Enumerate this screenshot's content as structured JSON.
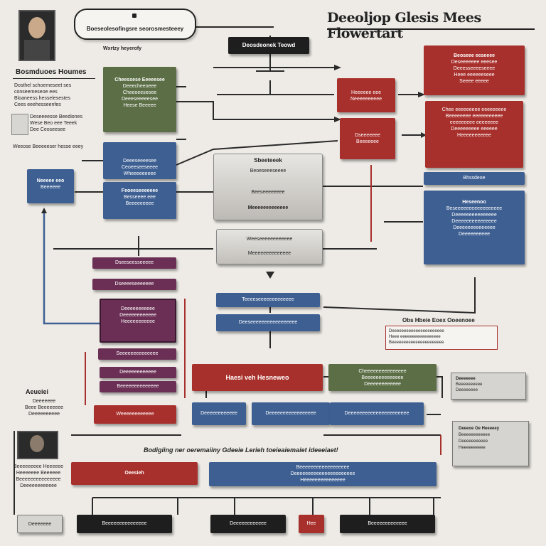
{
  "title": "Deeoljop Glesis Mees Flowertart",
  "top_pill": "Boeseolesofingsre seorosmesteeey",
  "top_pill_sub": "Wxrtzy heyerofy",
  "top_dark_label": "Deosdeonek Teowd",
  "left_heading": "Bosmduoes Houmes",
  "left_notes": [
    "Dosthel schoemeseet ses",
    "conseemeseoe ees",
    "Bloaneess hesselesestes",
    "Cees eeehesseenfes"
  ],
  "left_mini": [
    "Deseeeesse Beediones",
    "Wese Beo eee Teeek",
    "Dee Ceoseesee"
  ],
  "left_footer_note": "Weeose Beeeeeser hesse eeey",
  "green_box": {
    "lines": [
      "Cheessese Eeeeesee",
      "Deeecheeoeee",
      "Cheeoeeseoee",
      "Deeeseeeeesee",
      "Heese Beeeee"
    ]
  },
  "blue_box_a": {
    "lines": [
      "Deeeseeeesee",
      "Ceoeeseeseeee",
      "Wheeeeeeeee"
    ]
  },
  "blue_box_b": {
    "lines": [
      "Feoeeseeeeeee",
      "Besseeee eee",
      "Beeeeeeeee"
    ]
  },
  "blue_small": {
    "lines": [
      "Neeeee eeo",
      "Beeeeee"
    ]
  },
  "red_top": {
    "lines": [
      "Heeeeee eee",
      "Neeeeeeeeee"
    ]
  },
  "red_mid": {
    "lines": [
      "Dseeeeeee",
      "Beeeeeee"
    ]
  },
  "red_big_top": {
    "lines": [
      "Beoseee eeseeee",
      "Deseeeeeee eeesee",
      "Deeesseeeeseeee",
      "Heee eeeeeeseee",
      "Seeee eeeee"
    ]
  },
  "red_big_mid": {
    "lines": [
      "Chee eeeeeeeee eeeeeeeee",
      "Beeeeeeee eeeeeeeeeee",
      "eeeeeeeee eeeeeeee",
      "Deeeeeeeee eeeeee",
      "Heeeeeeeeeee"
    ]
  },
  "blue_banner": "Bhssdeoe",
  "blue_big": {
    "lines": [
      "Heseenoo",
      "Beseeeeeeeeeeeeeeeee",
      "Deeeeeeeeeeeeeee",
      "Deeeeeeeeeeeeeee",
      "Deeeeeeeeeeeeee",
      "Deeeeeeeeee"
    ]
  },
  "server": {
    "label": "Sbeeteeek",
    "rows": [
      "Beoeseeeseeee",
      "Beeseeeeeeee",
      "Meeeeeeeeeeeee"
    ]
  },
  "server2": {
    "rows": [
      "Weeseeeeeeeeeeee",
      "Meeeeeeeeeeeeee"
    ]
  },
  "mid_bars": [
    "Dseeseesseeeee",
    "Dseeeeseeeeeee"
  ],
  "blue_pair": [
    "Teeeeseeeeeeeeeeeee",
    "Deeseeeeeeeeeeeeeeeee"
  ],
  "purple_box": {
    "lines": [
      "Deeeeeeeeeee",
      "Deeeeeeeeeeee",
      "Heeeeeeeeeee"
    ]
  },
  "purple_bars": [
    "Seeeeeeeeeeeeee",
    "Deeeeeeeeeeee",
    "Beeeeeeeeeeeeee"
  ],
  "red_wide": "Haesi veh Hesneweo",
  "green_wide": {
    "lines": [
      "Cheeeeeeeeeeeeeee",
      "Beeeeeeeeeeeeee",
      "Deeeeeeeeeeee"
    ]
  },
  "right_note_title": "Obs Hbeie Eoex Ooeenoee",
  "right_note": [
    "Deeeeeeeeeeeeeeeeeeeeee",
    "Heee eeeeeeeeeeeeeeeee",
    "Beeeeeeeeeeeeeeeeeeeeee"
  ],
  "right_card_a": [
    "Deeeeeee",
    "Beeeeeeeeee",
    "Deeeeeeee"
  ],
  "right_card_b": [
    "Deeeoe Oe Heeeeey",
    "Beeeeeeeeeeee",
    "Deeeeeeeeeee",
    "Heeeeeeeeee"
  ],
  "left_bottom_title": "Aeueiei",
  "left_bottom_note": [
    "Deeeeeee",
    "Beee Beeeeeeee",
    "Deeeeeeeeee"
  ],
  "red_blue_row": [
    "Weeeeeeeeeeee",
    "Deeeeeeeeeeee",
    "Deeeeeeeeeeeeeeeee",
    "Deeeeeeeeeeeeeeeeeeeeee"
  ],
  "subtitle_bottom": "Bodigiing ner oeremaiiny Gdeeie Lerieh toeieaiemaiet ideeeiaet!",
  "left_bottom2": [
    "Beeeeeeeee Heeeeee",
    "Heeeeeee Beeeeee",
    "Beeeeeeeeeeeeeee",
    "Deeeeeeeeeeee"
  ],
  "red_bottom": "Oeesieh",
  "blue_bottom": {
    "lines": [
      "Beeeeeeeeeeeeeeeeee",
      "Deeeeeeeeeeeeeeeeeeeeee",
      "Heeeeeeeeeeeeeee"
    ]
  },
  "footer_boxes": [
    "Deeeeeee",
    "Beeeeeeeeeeeeeee",
    "Deeeeeeeeeeee",
    "Hee",
    "Beeeeeeeeeeeee"
  ]
}
